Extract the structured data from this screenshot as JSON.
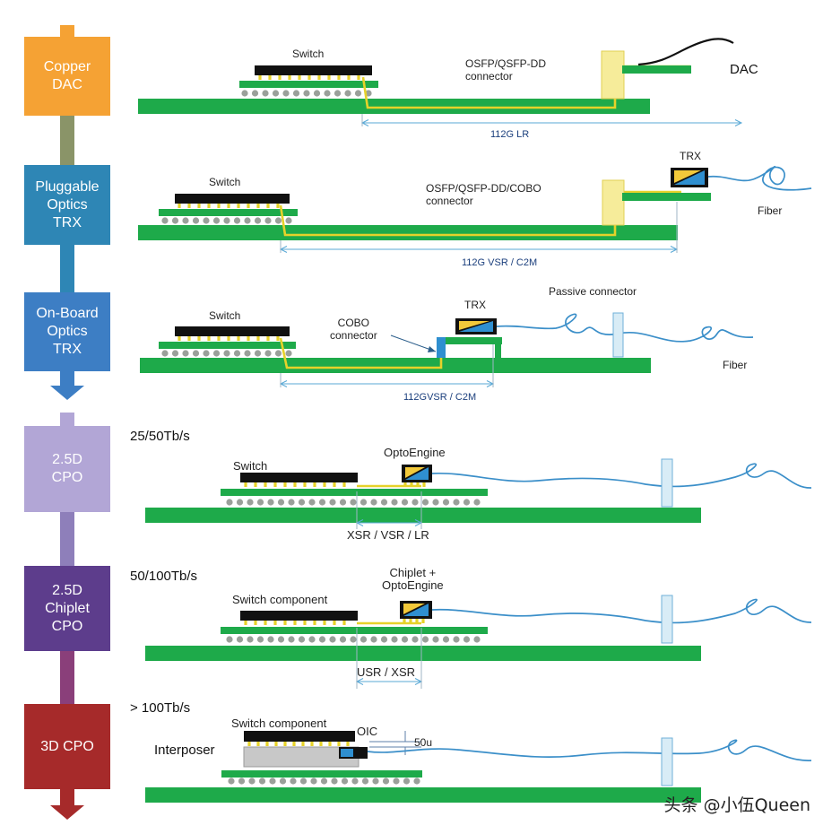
{
  "stages": [
    {
      "id": "copper-dac",
      "label": "Copper\nDAC",
      "color": "#f5a234"
    },
    {
      "id": "pluggable",
      "label": "Pluggable\nOptics\nTRX",
      "color": "#2e86b5"
    },
    {
      "id": "onboard",
      "label": "On-Board\nOptics\nTRX",
      "color": "#3d7ec4"
    },
    {
      "id": "cpo-25d",
      "label": "2.5D\nCPO",
      "color": "#b2a6d6"
    },
    {
      "id": "chiplet",
      "label": "2.5D\nChiplet\nCPO",
      "color": "#5d3d8c"
    },
    {
      "id": "cpo-3d",
      "label": "3D CPO",
      "color": "#a62a2a"
    }
  ],
  "labels": {
    "row1_switch": "Switch",
    "row1_connector": "OSFP/QSFP-DD\nconnector",
    "row1_dac": "DAC",
    "row1_span": "112G LR",
    "row2_switch": "Switch",
    "row2_connector": "OSFP/QSFP-DD/COBO\nconnector",
    "row2_trx": "TRX",
    "row2_fiber": "Fiber",
    "row2_span": "112G VSR / C2M",
    "row3_switch": "Switch",
    "row3_cobo": "COBO\nconnector",
    "row3_trx": "TRX",
    "row3_passive": "Passive connector",
    "row3_fiber": "Fiber",
    "row3_span": "112GVSR / C2M",
    "row4_rate": "25/50Tb/s",
    "row4_switch": "Switch",
    "row4_engine": "OptoEngine",
    "row4_span": "XSR / VSR / LR",
    "row5_rate": "50/100Tb/s",
    "row5_switch": "Switch component",
    "row5_engine": "Chiplet +\nOptoEngine",
    "row5_span": "USR / XSR",
    "row6_rate": "> 100Tb/s",
    "row6_switch": "Switch component",
    "row6_oic": "OIC",
    "row6_gap": "50u",
    "row6_interposer": "Interposer"
  },
  "watermark": "头条 @小伍Queen",
  "colors": {
    "board": "#1eaa4a",
    "chip": "#111111",
    "trace": "#e6d22a",
    "fiber": "#3b8fc9",
    "dim": "#5aa9d6",
    "connector": "#f6ec9a",
    "ball": "#9aa09a"
  }
}
